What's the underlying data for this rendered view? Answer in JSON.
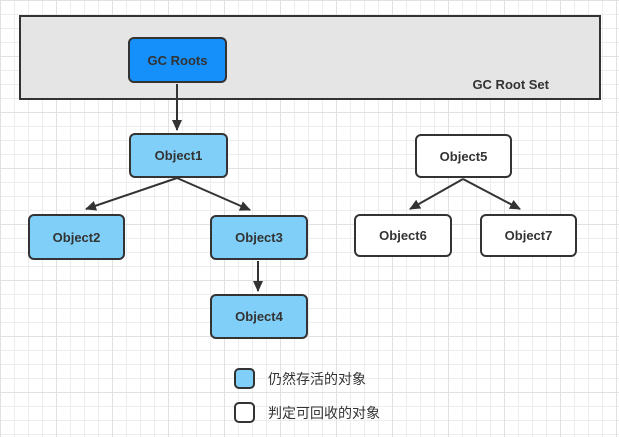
{
  "colors": {
    "root-fill": "#1590FB",
    "alive-fill": "#7FCFF8",
    "dead-fill": "#FFFFFF",
    "container-fill": "#E5E5E5",
    "stroke": "#333333",
    "text": "#333333",
    "grid-minor": "#EDEDED",
    "grid-major": "#E1E1E1"
  },
  "container": {
    "label": "GC Root Set"
  },
  "nodes": {
    "gc_roots": {
      "label": "GC Roots",
      "state": "root"
    },
    "object1": {
      "label": "Object1",
      "state": "alive"
    },
    "object2": {
      "label": "Object2",
      "state": "alive"
    },
    "object3": {
      "label": "Object3",
      "state": "alive"
    },
    "object4": {
      "label": "Object4",
      "state": "alive"
    },
    "object5": {
      "label": "Object5",
      "state": "dead"
    },
    "object6": {
      "label": "Object6",
      "state": "dead"
    },
    "object7": {
      "label": "Object7",
      "state": "dead"
    }
  },
  "edges": [
    {
      "from": "GC Roots",
      "to": "Object1"
    },
    {
      "from": "Object1",
      "to": "Object2"
    },
    {
      "from": "Object1",
      "to": "Object3"
    },
    {
      "from": "Object3",
      "to": "Object4"
    },
    {
      "from": "Object5",
      "to": "Object6"
    },
    {
      "from": "Object5",
      "to": "Object7"
    }
  ],
  "legend": {
    "items": [
      {
        "swatch": "alive",
        "label": "仍然存活的对象"
      },
      {
        "swatch": "dead",
        "label": "判定可回收的对象"
      }
    ]
  }
}
